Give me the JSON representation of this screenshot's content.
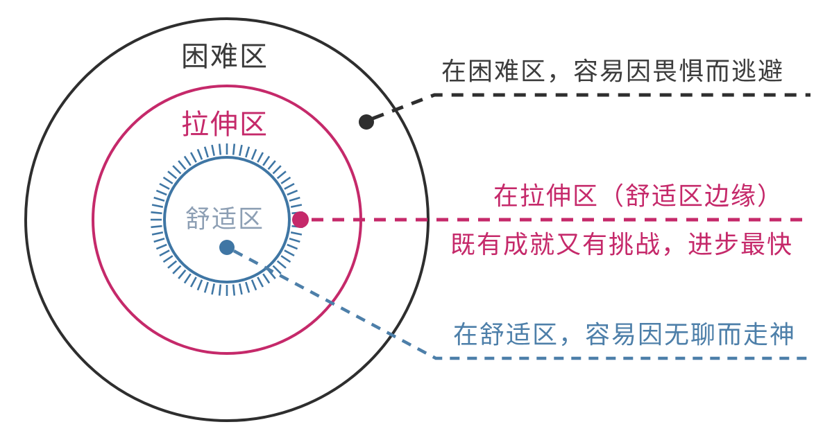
{
  "zones": {
    "difficult": {
      "label": "困难区",
      "color": "#3a3a3a"
    },
    "stretch": {
      "label": "拉伸区",
      "color": "#c5296a"
    },
    "comfort": {
      "label": "舒适区",
      "color": "#8d9fb4"
    }
  },
  "annotations": {
    "difficult": {
      "text": "在困难区，容易因畏惧而逃避",
      "color": "#3d3d3d"
    },
    "stretch": {
      "text_above": "在拉伸区（舒适区边缘）",
      "text_below": "既有成就又有挑战，进步最快",
      "color": "#c5296a"
    },
    "comfort": {
      "text": "在舒适区，容易因无聊而走神",
      "color": "#4d7fa9"
    }
  },
  "colors": {
    "outer_circle": "#2e2e2e",
    "stretch_circle": "#c5296a",
    "comfort_circle": "#3f76a4",
    "comfort_dash_line": "#4d7fa9",
    "background": "#ffffff"
  }
}
